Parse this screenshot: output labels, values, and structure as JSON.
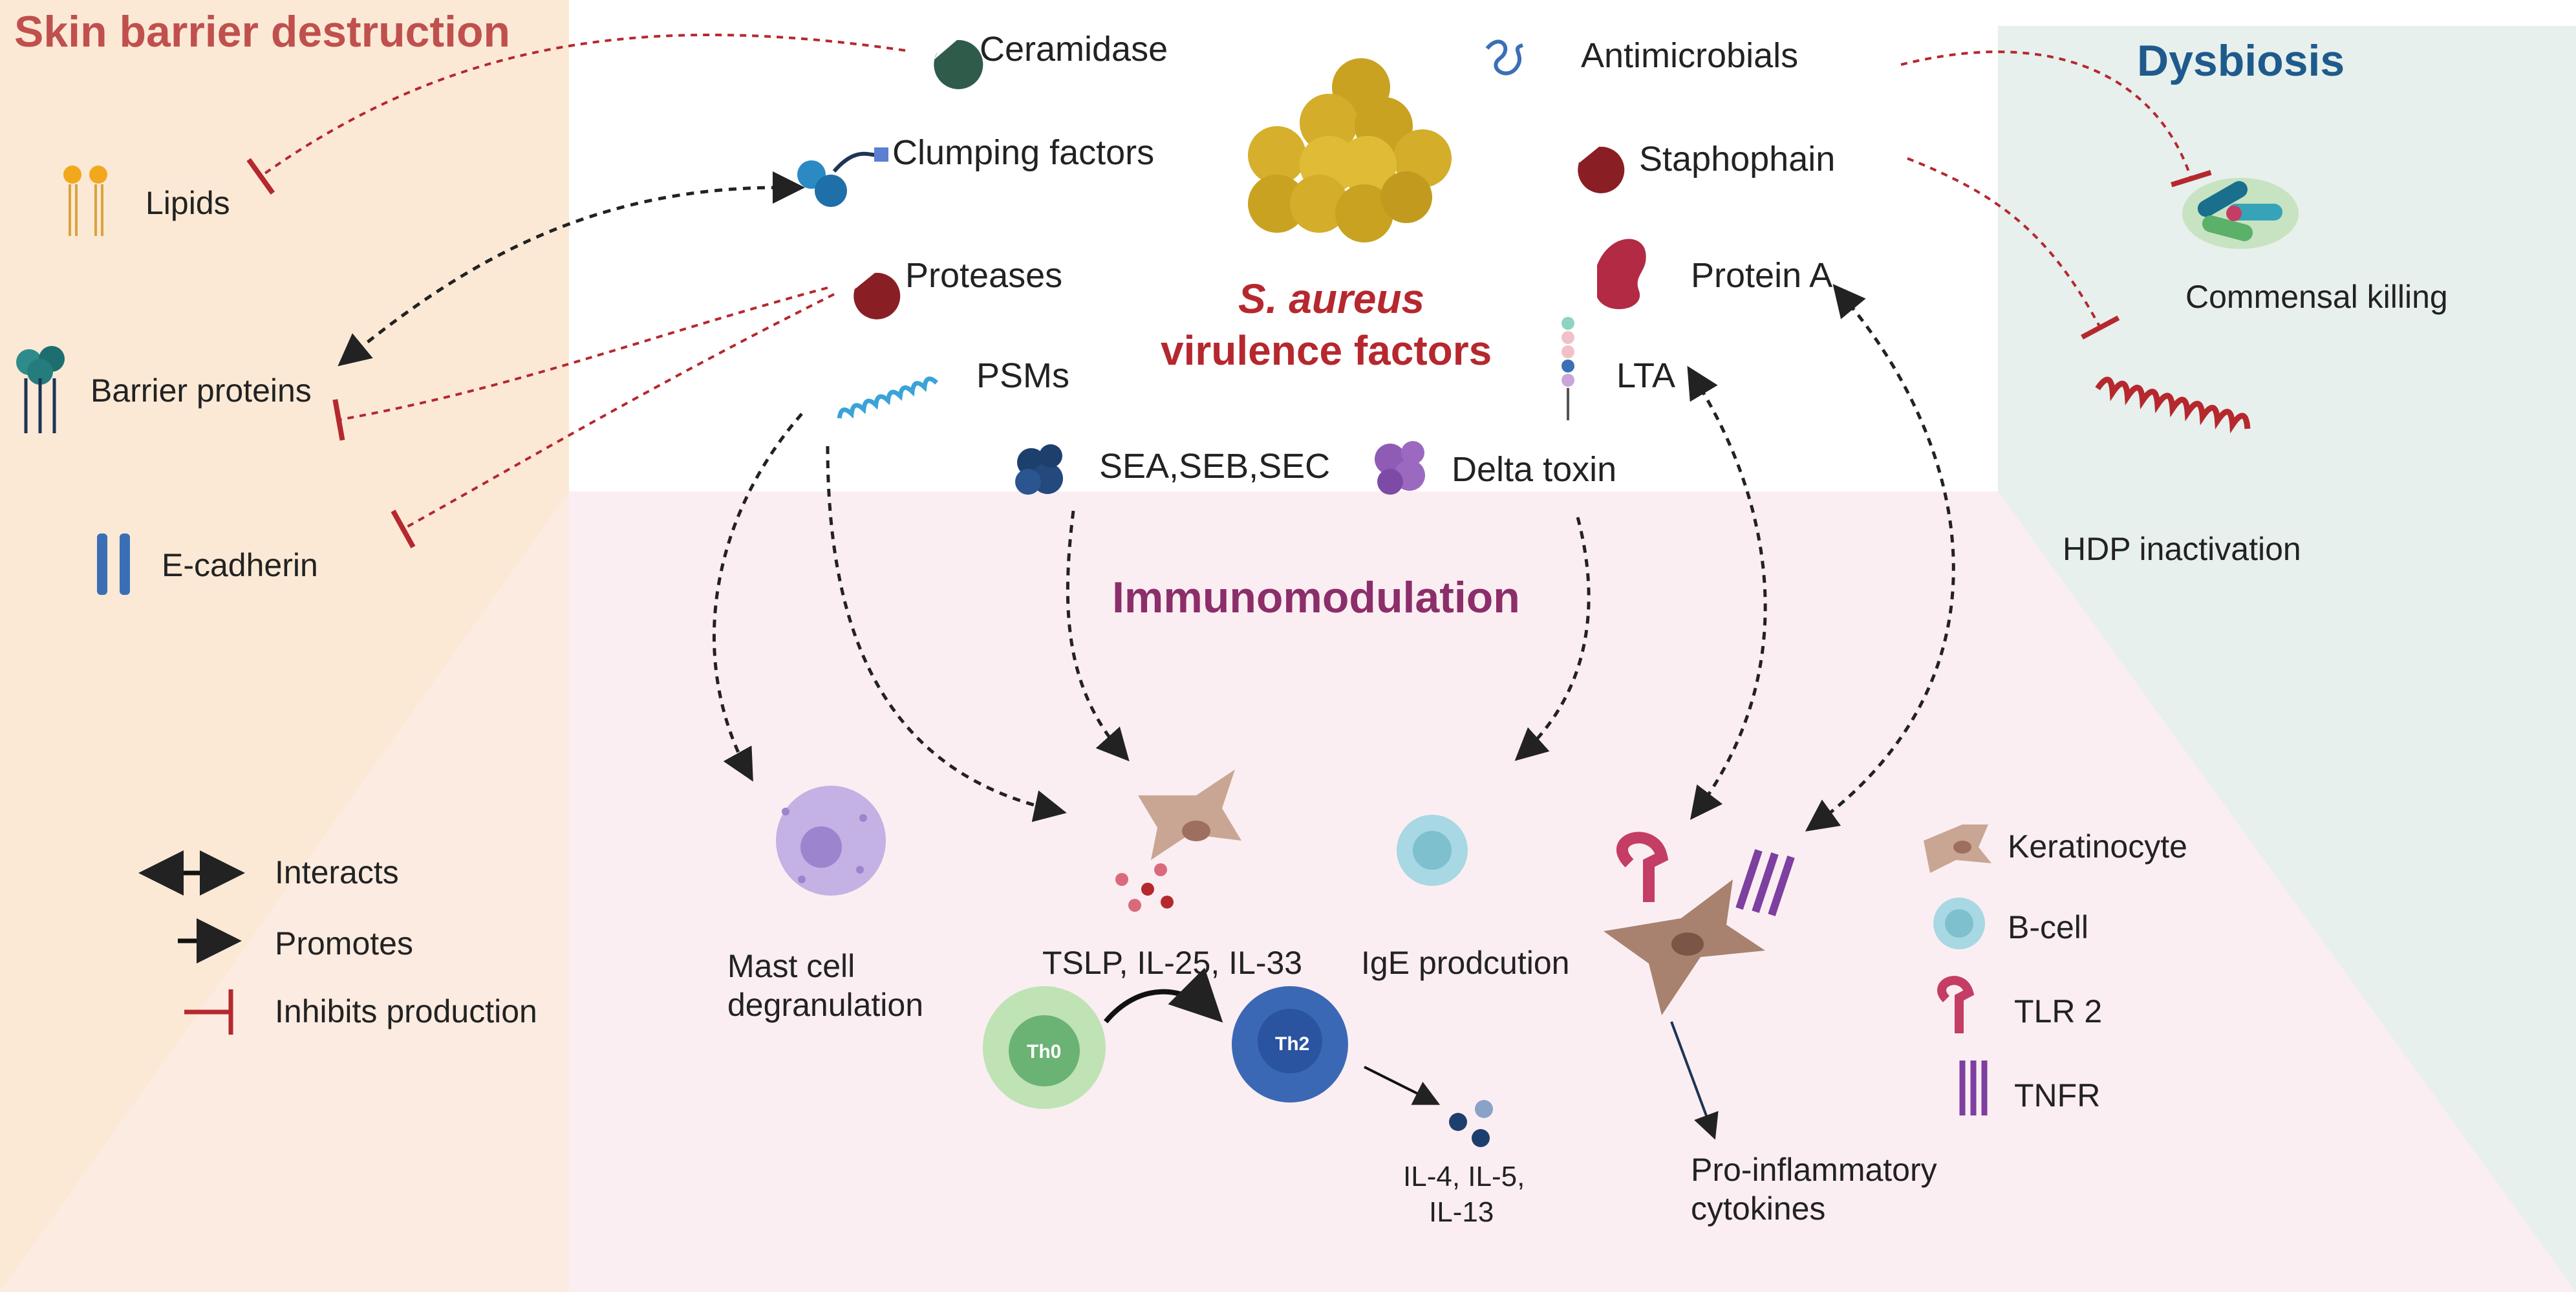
{
  "headings": {
    "skin_barrier": "Skin barrier destruction",
    "dysbiosis": "Dysbiosis",
    "virulence_line1": "S. aureus",
    "virulence_line2": "virulence factors",
    "immunomodulation": "Immunomodulation"
  },
  "factors": {
    "ceramidase": "Ceramidase",
    "clumping": "Clumping factors",
    "proteases": "Proteases",
    "psms": "PSMs",
    "sea": "SEA,SEB,SEC",
    "delta": "Delta toxin",
    "antimicrobials": "Antimicrobials",
    "staphophain": "Staphophain",
    "protein_a": "Protein A",
    "lta": "LTA"
  },
  "barrier": {
    "lipids": "Lipids",
    "barrier_proteins": "Barrier proteins",
    "ecadherin": "E-cadherin"
  },
  "dysbiosis_items": {
    "commensal": "Commensal killing",
    "hdp": "HDP inactivation"
  },
  "outcomes": {
    "mast_line1": "Mast cell",
    "mast_line2": "degranulation",
    "tslp": "TSLP, IL-25, IL-33",
    "ige": "IgE  prodcution",
    "th0": "Th0",
    "th2": "Th2",
    "il_line1": "IL-4, IL-5,",
    "il_line2": "IL-13",
    "proinf_line1": "Pro-inflammatory",
    "proinf_line2": "cytokines"
  },
  "legend": {
    "interacts": "Interacts",
    "promotes": "Promotes",
    "inhibits": "Inhibits production",
    "keratinocyte": "Keratinocyte",
    "bcell": "B-cell",
    "tlr2": "TLR 2",
    "tnfr": "TNFR"
  },
  "colors": {
    "skin_panel": "#fbe9d6",
    "dysbiosis_panel": "#e7f0ec",
    "immuno_panel": "#fbeef2",
    "skin_heading": "#c0504d",
    "dysbiosis_heading": "#1f5a8c",
    "virulence": "#b5282e",
    "immuno_heading": "#8b2e6a",
    "inhibit": "#b5282e"
  }
}
